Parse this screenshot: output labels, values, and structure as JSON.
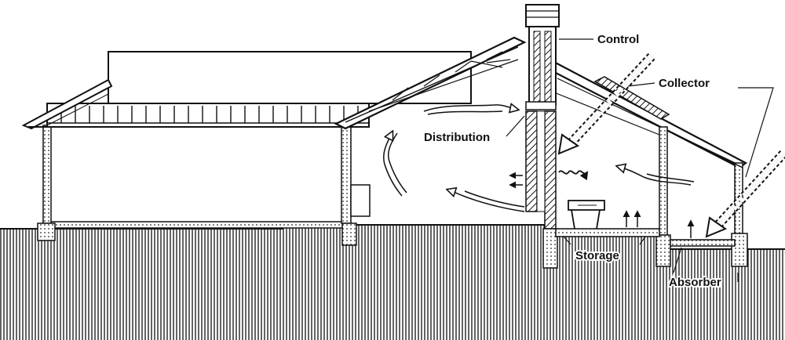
{
  "diagram": {
    "labels": {
      "control": "Control",
      "collector": "Collector",
      "distribution": "Distribution",
      "storage": "Storage",
      "absorber": "Absorber"
    }
  }
}
